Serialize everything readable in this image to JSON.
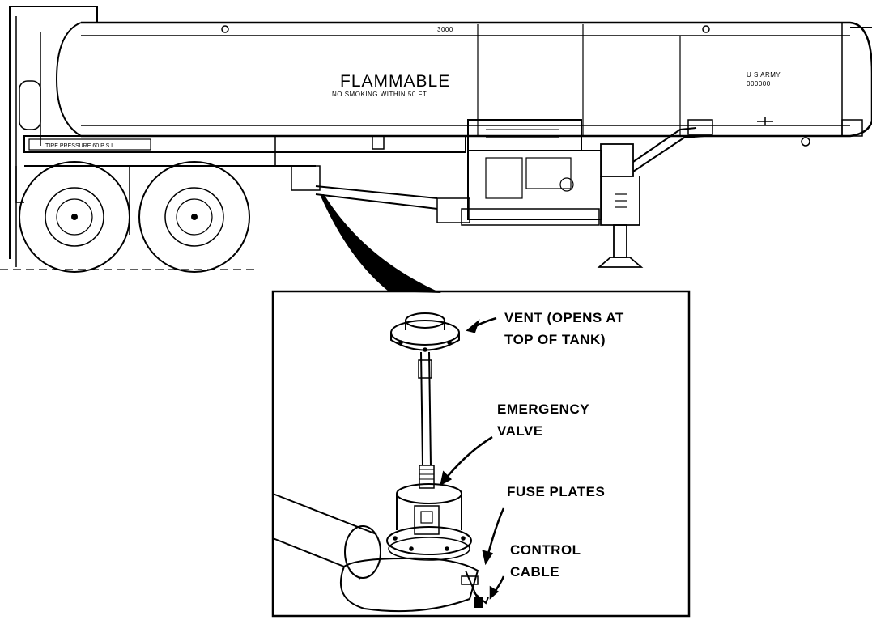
{
  "tank": {
    "flammable": "FLAMMABLE",
    "no_smoking": "NO SMOKING WITHIN 50 FT",
    "number_plate": "3000",
    "owner": "U S ARMY",
    "serial": "000000",
    "tire_pressure": "TIRE PRESSURE 60 P S I"
  },
  "callouts": {
    "vent_line1": "VENT (OPENS AT",
    "vent_line2": "TOP OF TANK)",
    "emergency_line1": "EMERGENCY",
    "emergency_line2": "VALVE",
    "fuse_plates": "FUSE PLATES",
    "control_line1": "CONTROL",
    "control_line2": "CABLE"
  }
}
